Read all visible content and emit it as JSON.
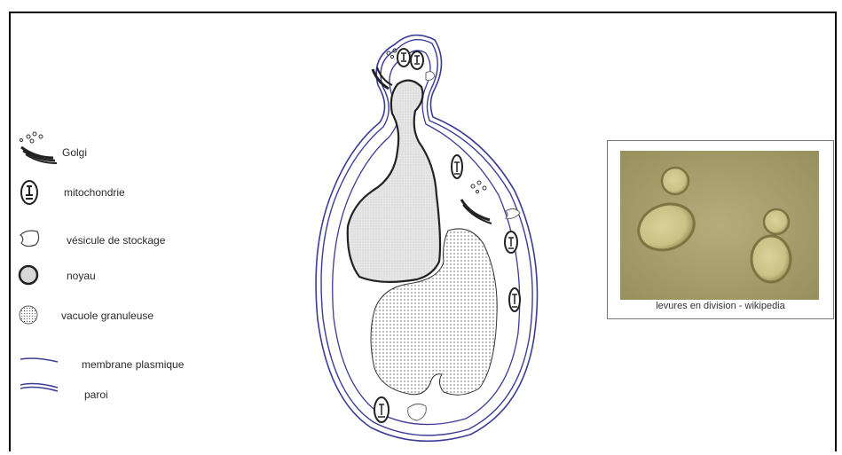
{
  "legend": {
    "golgi": "Golgi",
    "mitochondria": "mitochondrie",
    "storage_vesicle": "vésicule de stockage",
    "nucleus": "noyau",
    "granular_vacuole": "vacuole granuleuse",
    "plasma_membrane": "membrane plasmique",
    "wall": "paroi"
  },
  "photo": {
    "caption": "levures en division - wikipedia"
  },
  "colors": {
    "membrane": "#3c3c96",
    "outline": "#222222",
    "nucleus_fill": "#dcdcdc",
    "photo_bg": "#a69e6c"
  }
}
